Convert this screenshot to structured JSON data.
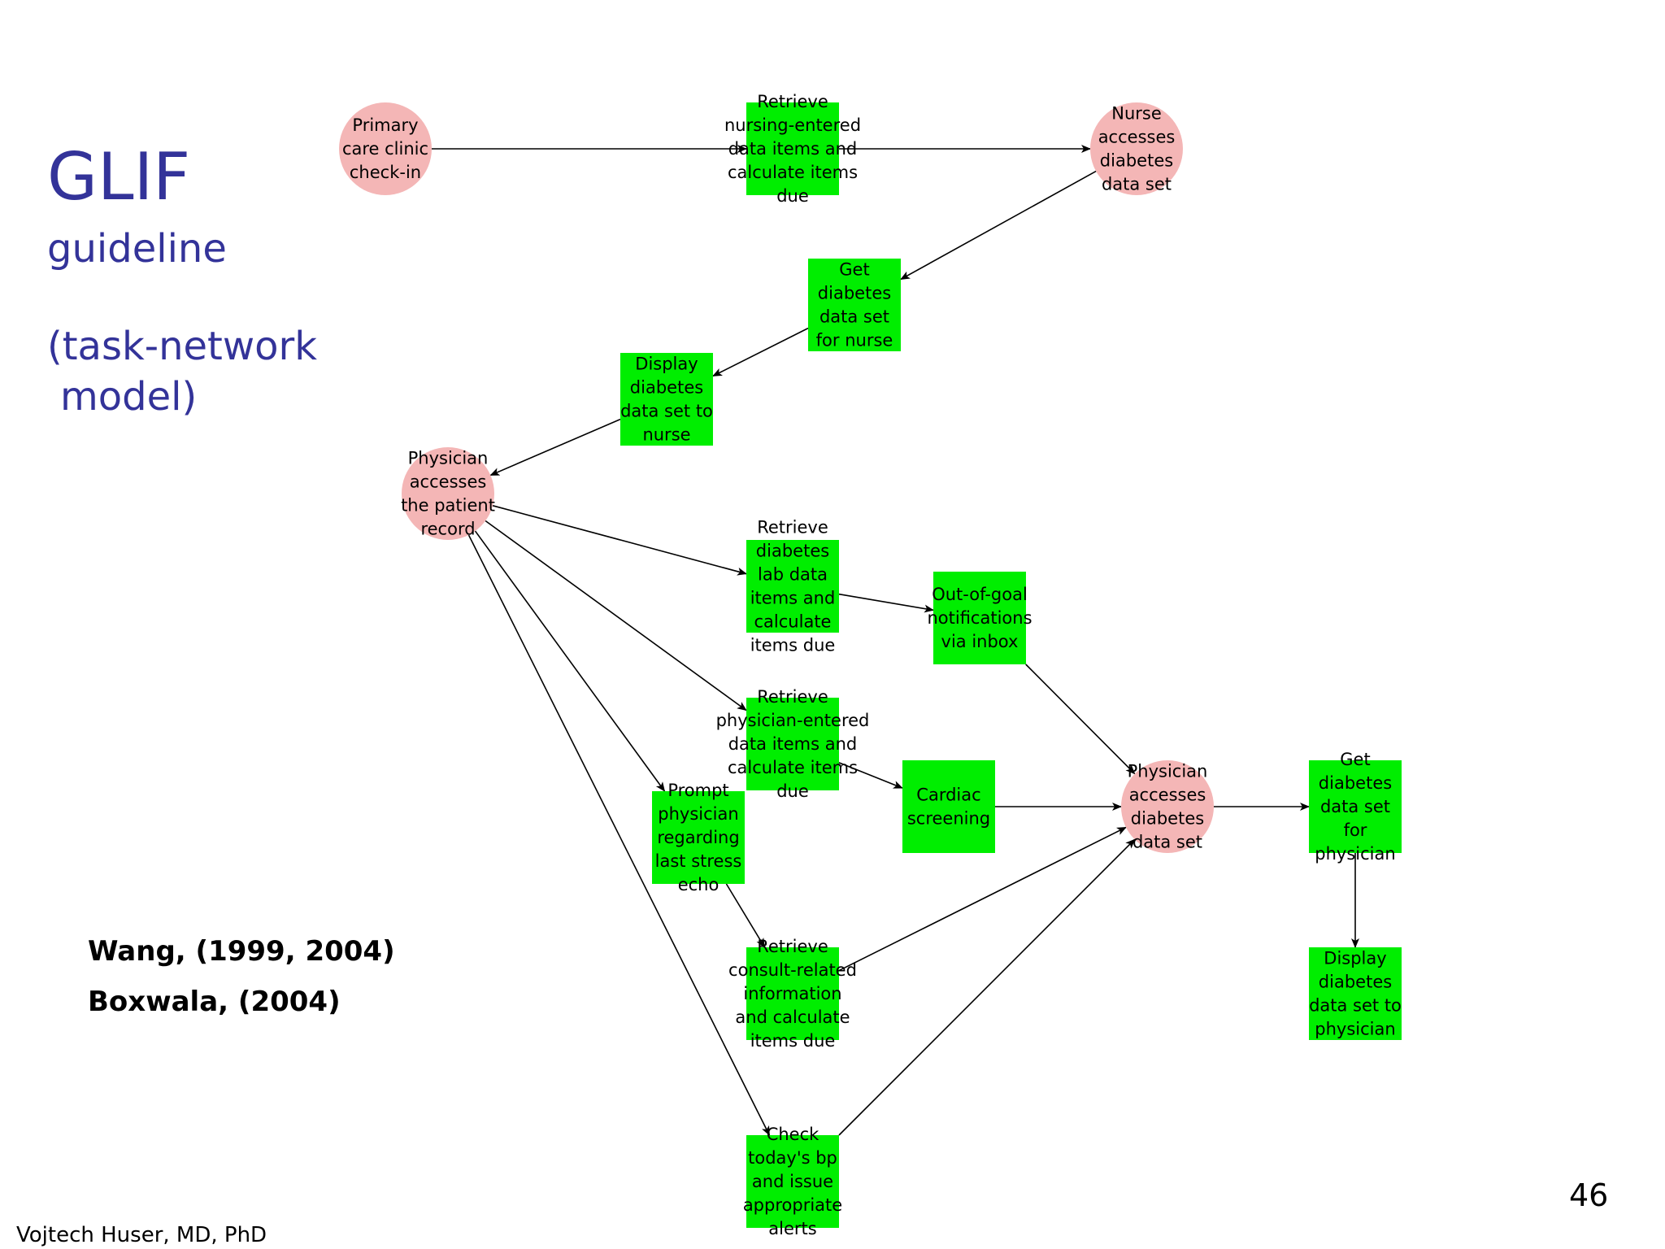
{
  "slide": {
    "title": "GLIF",
    "subtitle": "guideline",
    "model_line1": "(task-network",
    "model_line2": "model)",
    "references": [
      "Wang, (1999, 2004)",
      "Boxwala, (2004)"
    ],
    "author": "Vojtech Huser, MD, PhD",
    "page_number": "46"
  },
  "colors": {
    "title": "#333399",
    "task_node": "#00ee00",
    "decision_node": "#f4b6b6",
    "edge": "#000000"
  },
  "diagram": {
    "nodes": [
      {
        "id": "primary-care-checkin",
        "shape": "circle",
        "lines": [
          "Primary",
          "care clinic",
          "check-in"
        ]
      },
      {
        "id": "retrieve-nursing-data",
        "shape": "rect",
        "lines": [
          "Retrieve",
          "nursing-entered",
          "data items and",
          "calculate items",
          "due"
        ]
      },
      {
        "id": "nurse-accesses-dataset",
        "shape": "circle",
        "lines": [
          "Nurse",
          "accesses",
          "diabetes",
          "data set"
        ]
      },
      {
        "id": "get-dataset-nurse",
        "shape": "rect",
        "lines": [
          "Get",
          "diabetes",
          "data set",
          "for nurse"
        ]
      },
      {
        "id": "display-dataset-nurse",
        "shape": "rect",
        "lines": [
          "Display",
          "diabetes",
          "data set to",
          "nurse"
        ]
      },
      {
        "id": "physician-accesses-record",
        "shape": "circle",
        "lines": [
          "Physician",
          "accesses",
          "the patient",
          "record"
        ]
      },
      {
        "id": "retrieve-lab-data",
        "shape": "rect",
        "lines": [
          "Retrieve",
          "diabetes",
          "lab data",
          "items and",
          "calculate",
          "items due"
        ]
      },
      {
        "id": "out-of-goal",
        "shape": "rect",
        "lines": [
          "Out-of-goal",
          "notifications",
          "via inbox"
        ]
      },
      {
        "id": "retrieve-physician-data",
        "shape": "rect",
        "lines": [
          "Retrieve",
          "physician-entered",
          "data items and",
          "calculate items",
          "due"
        ]
      },
      {
        "id": "cardiac-screening",
        "shape": "rect",
        "lines": [
          "Cardiac",
          "screening"
        ]
      },
      {
        "id": "physician-accesses-dataset",
        "shape": "circle",
        "lines": [
          "Physician",
          "accesses",
          "diabetes",
          "data set"
        ]
      },
      {
        "id": "get-dataset-physician",
        "shape": "rect",
        "lines": [
          "Get",
          "diabetes",
          "data set",
          "for",
          "physician"
        ]
      },
      {
        "id": "prompt-physician",
        "shape": "rect",
        "lines": [
          "Prompt",
          "physician",
          "regarding",
          "last stress",
          "echo"
        ]
      },
      {
        "id": "retrieve-consult",
        "shape": "rect",
        "lines": [
          "Retrieve",
          "consult-related",
          "information",
          "and calculate",
          "items due"
        ]
      },
      {
        "id": "display-dataset-physician",
        "shape": "rect",
        "lines": [
          "Display",
          "diabetes",
          "data set to",
          "physician"
        ]
      },
      {
        "id": "check-bp",
        "shape": "rect",
        "lines": [
          "Check",
          "today's bp",
          "and issue",
          "appropriate",
          "alerts"
        ]
      }
    ],
    "edges": [
      [
        "primary-care-checkin",
        "retrieve-nursing-data"
      ],
      [
        "retrieve-nursing-data",
        "nurse-accesses-dataset"
      ],
      [
        "nurse-accesses-dataset",
        "get-dataset-nurse"
      ],
      [
        "get-dataset-nurse",
        "display-dataset-nurse"
      ],
      [
        "display-dataset-nurse",
        "physician-accesses-record"
      ],
      [
        "physician-accesses-record",
        "retrieve-lab-data"
      ],
      [
        "physician-accesses-record",
        "retrieve-physician-data"
      ],
      [
        "physician-accesses-record",
        "prompt-physician"
      ],
      [
        "physician-accesses-record",
        "check-bp"
      ],
      [
        "retrieve-lab-data",
        "out-of-goal"
      ],
      [
        "out-of-goal",
        "physician-accesses-dataset"
      ],
      [
        "retrieve-physician-data",
        "cardiac-screening"
      ],
      [
        "cardiac-screening",
        "physician-accesses-dataset"
      ],
      [
        "prompt-physician",
        "retrieve-consult"
      ],
      [
        "retrieve-consult",
        "physician-accesses-dataset"
      ],
      [
        "check-bp",
        "physician-accesses-dataset"
      ],
      [
        "physician-accesses-dataset",
        "get-dataset-physician"
      ],
      [
        "get-dataset-physician",
        "display-dataset-physician"
      ]
    ]
  }
}
